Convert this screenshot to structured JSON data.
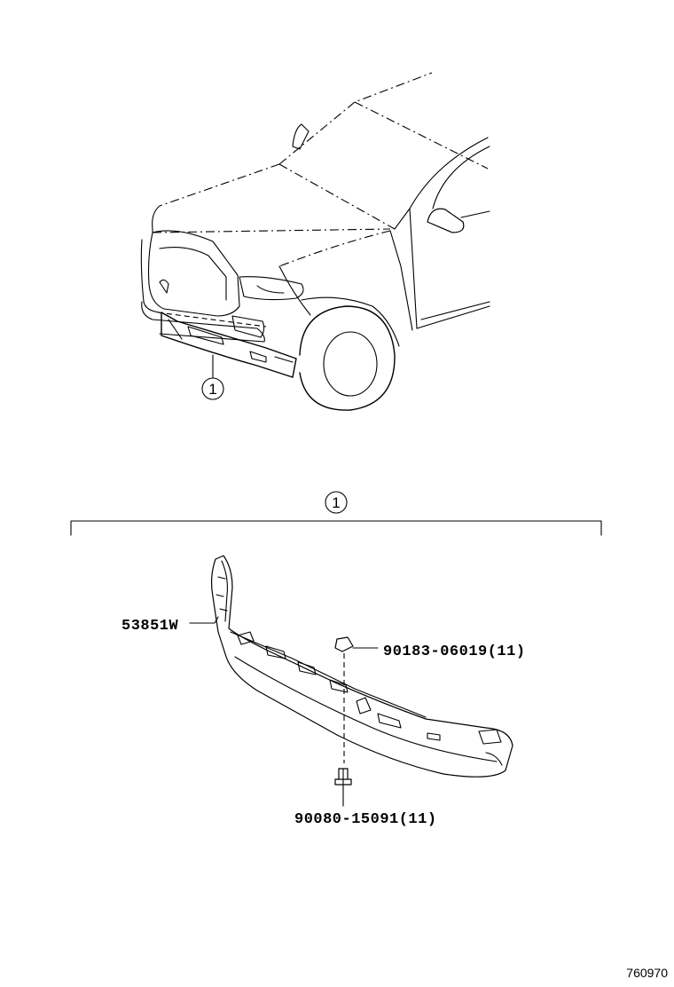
{
  "diagram": {
    "callout_top": "1",
    "callout_group": "1",
    "parts": [
      {
        "id": "part-53851w",
        "label": "53851W"
      },
      {
        "id": "part-90183",
        "label": "90183-06019(11)"
      },
      {
        "id": "part-90080",
        "label": "90080-15091(11)"
      }
    ],
    "figure_code": "760970"
  }
}
